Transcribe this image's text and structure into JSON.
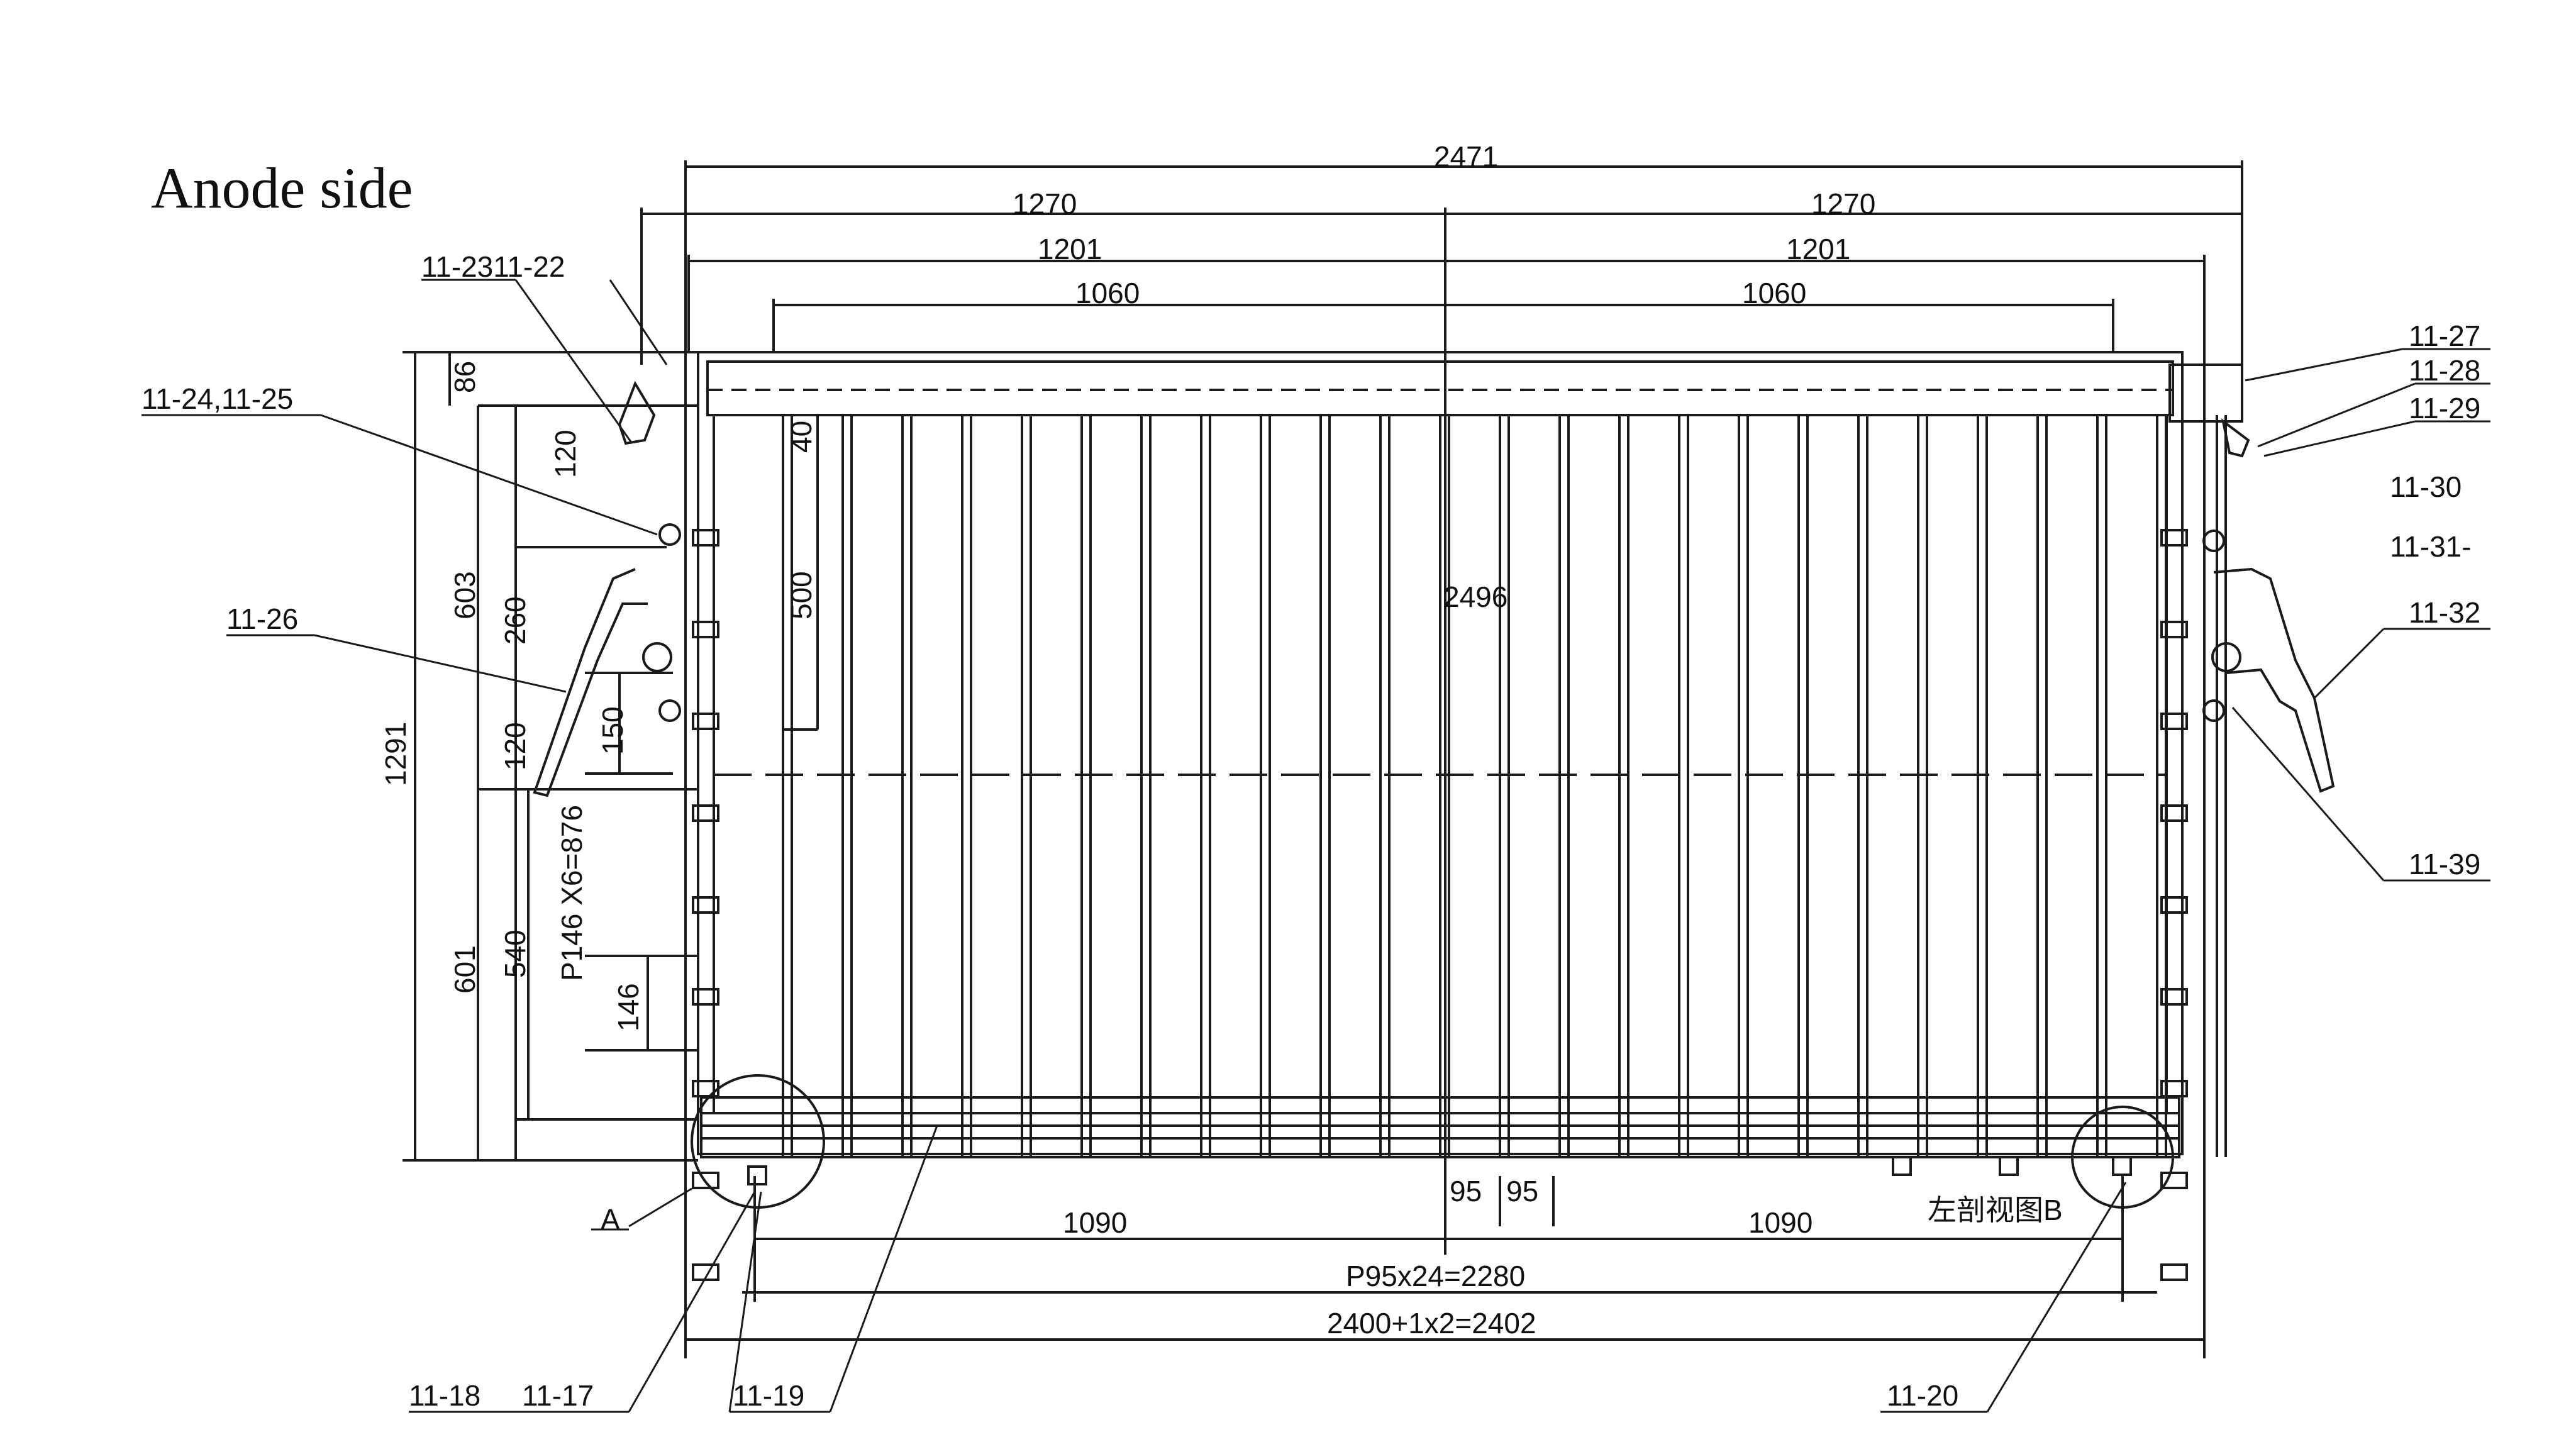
{
  "title": "Anode side",
  "dimensions": {
    "overall_width": "2471",
    "half_width_outer_left": "1270",
    "half_width_outer_right": "1270",
    "half_width_mid_left": "1201",
    "half_width_mid_right": "1201",
    "half_width_inner_left": "1060",
    "half_width_inner_right": "1060",
    "total_height": "1291",
    "top_half_height": "603",
    "bottom_half_height": "601",
    "top_offset": "86",
    "dim_120_top": "120",
    "dim_260": "260",
    "dim_120_mid": "120",
    "dim_150": "150",
    "dim_540": "540",
    "pitch_vertical": "P146 X6=876",
    "dim_146": "146",
    "dim_40": "40",
    "dim_500": "500",
    "center_mark": "2496",
    "bottom_left_1090": "1090",
    "bottom_right_1090": "1090",
    "center_95_left": "95",
    "center_95_right": "95",
    "pitch_horizontal": "P95x24=2280",
    "overall_bottom": "2400+1x2=2402"
  },
  "labels": {
    "l_11_23_22": "11-2311-22",
    "l_11_24_25": "11-24,11-25",
    "l_11_26": "11-26",
    "l_a": "A",
    "l_11_18": "11-18",
    "l_11_17": "11-17",
    "l_11_19": "11-19",
    "l_11_20": "11-20",
    "l_11_27": "11-27",
    "l_11_28": "11-28",
    "l_11_29": "11-29",
    "l_11_30": "11-30",
    "l_11_31": "11-31-",
    "l_11_32": "11-32",
    "l_11_39": "11-39",
    "l_section": "左剖视图B"
  },
  "colors": {
    "line": "#1a1a1a",
    "background": "#ffffff"
  }
}
